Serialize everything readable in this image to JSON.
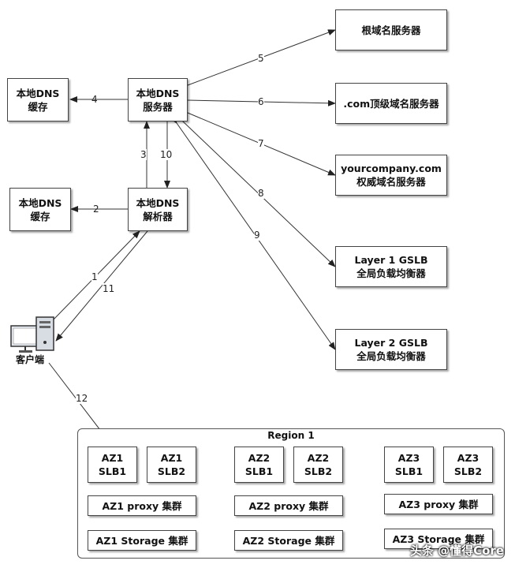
{
  "nodes": {
    "local_dns_server": [
      "本地DNS",
      "服务器"
    ],
    "local_dns_cache_top": [
      "本地DNS",
      "缓存"
    ],
    "local_dns_cache_bottom": [
      "本地DNS",
      "缓存"
    ],
    "local_dns_resolver": [
      "本地DNS",
      "解析器"
    ],
    "root_server": [
      "根域名服务器"
    ],
    "tld_server": [
      ".com顶级域名服务器"
    ],
    "auth_server": [
      "yourcompany.com",
      "权威域名服务器"
    ],
    "gslb1": [
      "Layer 1 GSLB",
      "全局负载均衡器"
    ],
    "gslb2": [
      "Layer 2 GSLB",
      "全局负载均衡器"
    ],
    "client": "客户端"
  },
  "edge_labels": [
    "1",
    "2",
    "3",
    "4",
    "5",
    "6",
    "7",
    "8",
    "9",
    "10",
    "11",
    "12"
  ],
  "region": {
    "title": "Region 1",
    "slbs": [
      [
        "AZ1",
        "SLB1"
      ],
      [
        "AZ1",
        "SLB2"
      ],
      [
        "AZ2",
        "SLB1"
      ],
      [
        "AZ2",
        "SLB2"
      ],
      [
        "AZ3",
        "SLB1"
      ],
      [
        "AZ3",
        "SLB2"
      ]
    ],
    "proxies": [
      "AZ1 proxy 集群",
      "AZ2 proxy 集群",
      "AZ3 proxy 集群"
    ],
    "storages": [
      "AZ1 Storage 集群",
      "AZ2 Storage 集群",
      "AZ3 Storage 集群"
    ]
  },
  "watermark": "头条 @懂得Core"
}
